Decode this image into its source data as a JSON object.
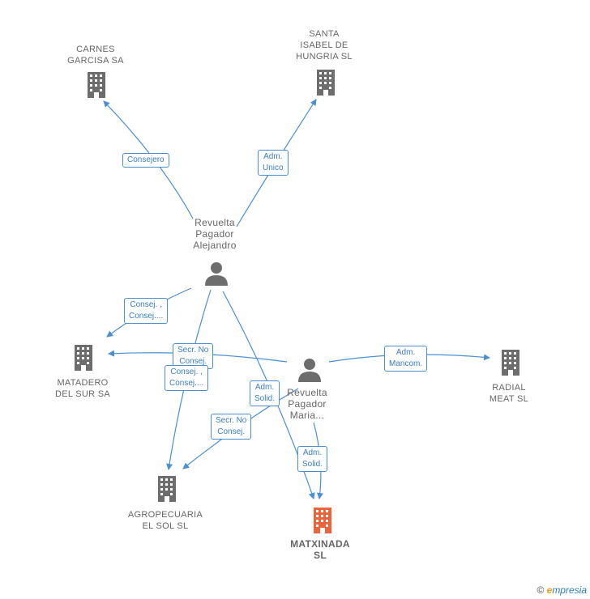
{
  "nodes": {
    "carnes": {
      "label_lines": [
        "CARNES",
        "GARCISA SA"
      ]
    },
    "santa": {
      "label_lines": [
        "SANTA",
        "ISABEL DE",
        "HUNGRIA  SL"
      ]
    },
    "alejandro": {
      "label_lines": [
        "Revuelta",
        "Pagador",
        "Alejandro"
      ]
    },
    "matadero": {
      "label_lines": [
        "MATADERO",
        "DEL SUR SA"
      ]
    },
    "maria": {
      "label_lines": [
        "Revuelta",
        "Pagador",
        "Maria..."
      ]
    },
    "radial": {
      "label_lines": [
        "RADIAL",
        "MEAT  SL"
      ]
    },
    "agropecuaria": {
      "label_lines": [
        "AGROPECUARIA",
        "EL SOL SL"
      ]
    },
    "matxinada": {
      "label_lines": [
        "MATXINADA",
        "SL"
      ]
    }
  },
  "edges": {
    "consejero": [
      "Consejero"
    ],
    "adm_unico": [
      "Adm.",
      "Unico"
    ],
    "consej_matadero": [
      "Consej. ,",
      "Consej...."
    ],
    "secr_matadero": [
      "Secr.  No",
      "Consej."
    ],
    "consej_agro": [
      "Consej. ,",
      "Consej...."
    ],
    "adm_solid_1": [
      "Adm.",
      "Solid."
    ],
    "secr_agro": [
      "Secr.  No",
      "Consej."
    ],
    "adm_solid_2": [
      "Adm.",
      "Solid."
    ],
    "adm_mancom": [
      "Adm.",
      "Mancom."
    ]
  },
  "colors": {
    "edge": "#4a8fd4",
    "company": "#6d6d6d",
    "focus": "#f0623a",
    "person": "#6d6d6d"
  },
  "watermark": {
    "symbol": "©",
    "brand_initial": "e",
    "brand_rest": "mpresia"
  }
}
